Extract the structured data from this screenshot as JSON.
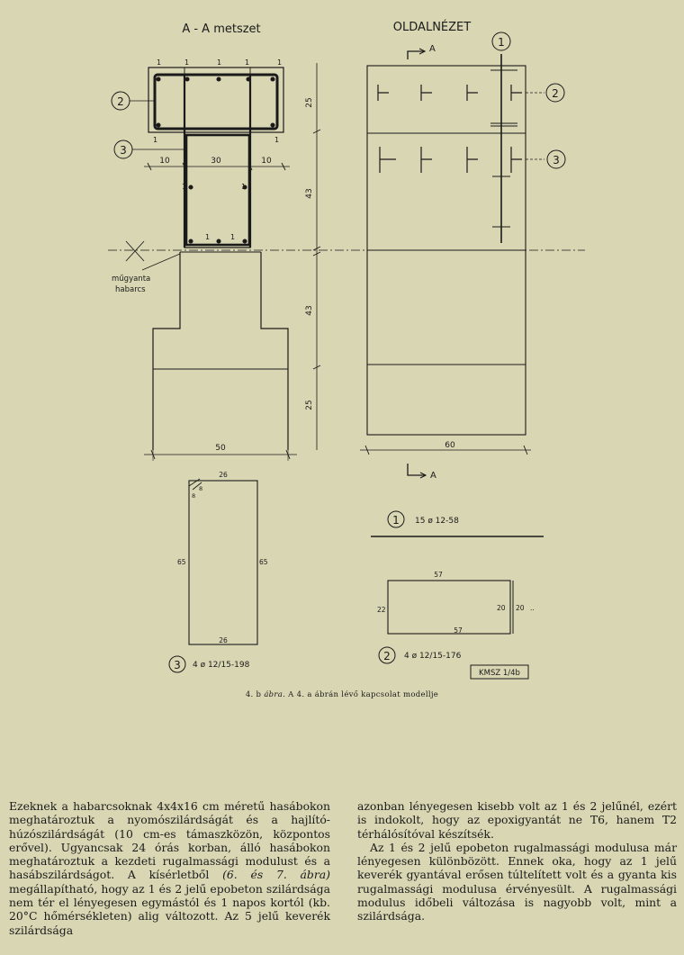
{
  "drawing": {
    "section_title": "A - A metszet",
    "side_title": "OLDALNÉZET",
    "section_arrow_top": "A",
    "section_arrow_bottom": "A",
    "dims": {
      "top_height": "25",
      "mid_height": "43",
      "lower_height": "43",
      "base_height": "25",
      "width_left": "10",
      "width_mid": "30",
      "width_right": "10",
      "base_width": "50",
      "side_width": "60"
    },
    "bar_marks": [
      "1",
      "1",
      "1",
      "1",
      "1",
      "1",
      "1",
      "1",
      "1",
      "1",
      "1"
    ],
    "mortar_label_1": "műgyanta",
    "mortar_label_2": "habarcs",
    "callouts": [
      "1",
      "2",
      "3"
    ],
    "stirrup3": {
      "top": "26",
      "bottom": "26",
      "left": "65",
      "right": "65",
      "hook1": "8",
      "hook2": "8"
    },
    "bar1": {
      "mark": "1",
      "text": "15 ø 12-58"
    },
    "stirrup2": {
      "top": "57",
      "bottom": "57",
      "left": "22",
      "right1": "20",
      "right2": "20",
      "dots": ".."
    },
    "label2": {
      "mark": "2",
      "text": "4 ø 12/15-176"
    },
    "label3": {
      "mark": "3",
      "text": "4 ø 12/15-198"
    },
    "stamp": "KMSZ 1/4b"
  },
  "caption": {
    "num": "4. b",
    "word": "ábra.",
    "text": "A 4. a ábrán lévő kapcsolat modellje"
  },
  "text": {
    "left_p1": "Ezeknek a habarcsoknak 4x4x16 cm méretű hasábokon meghatároztuk a nyomószilárdságát és a hajlító-húzószilárdságát (10 cm-es támaszközön, központos erővel). Ugyancsak 24 órás korban, álló hasábokon meghatároztuk a kezdeti rugalmassági modulust és a hasábszilárdságot. A kísérletből",
    "left_ref": "(6. és 7. ábra)",
    "left_p2": "megállapítható, hogy az 1 és 2 jelű epobeton szilárdsága nem tér el lényegesen egymástól és 1 napos kortól (kb. 20°C hőmérsékleten) alig változott. Az 5 jelű keverék szilárdsága",
    "right_p1": "azonban lényegesen kisebb volt az 1 és 2 jelűnél, ezért is indokolt, hogy az epoxigyantát ne T6, hanem T2 térhálósítóval készítsék.",
    "right_p2": "Az 1 és 2 jelű epobeton rugalmassági modulusa már lényegesen különbözött. Ennek oka, hogy az 1 jelű keverék gyantával erősen túltelített volt és a gyanta kis rugalmassági modulusa érvényesült. A rugalmassági modulus időbeli változása is nagyobb volt, mint a szilárdsága."
  }
}
